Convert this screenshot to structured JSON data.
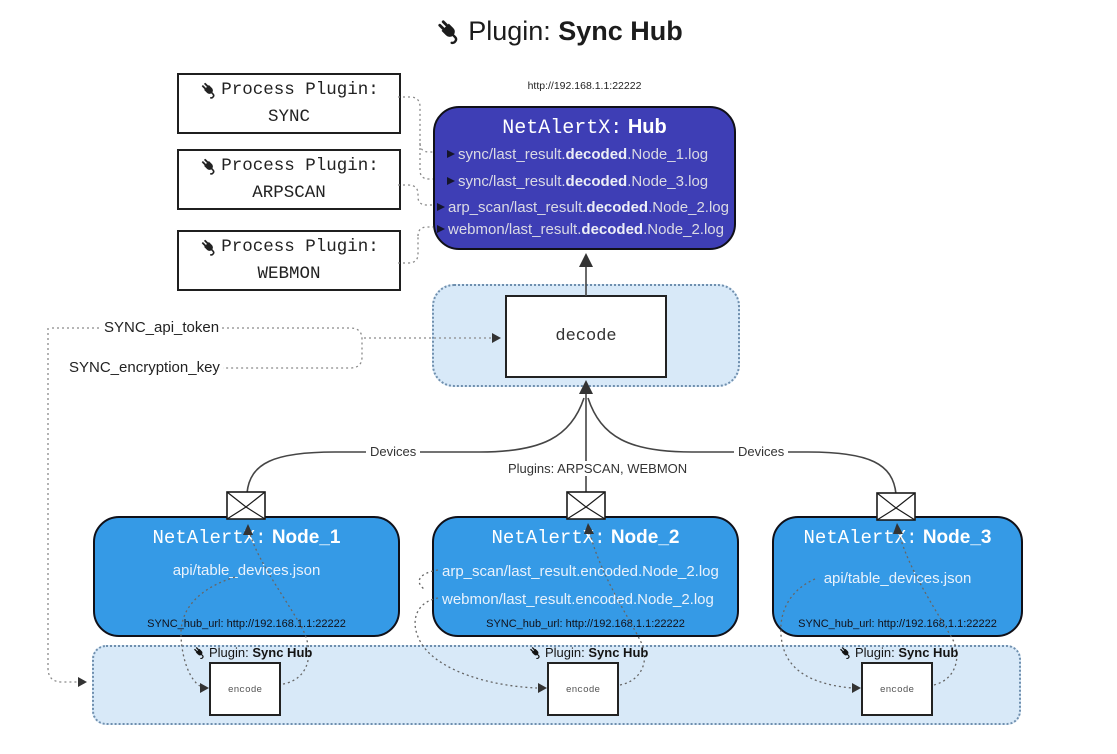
{
  "title": {
    "label": "Plugin:",
    "name": "Sync Hub"
  },
  "process_plugins": [
    {
      "label": "Process Plugin:",
      "name": "SYNC"
    },
    {
      "label": "Process Plugin:",
      "name": "ARPSCAN"
    },
    {
      "label": "Process Plugin:",
      "name": "WEBMON"
    }
  ],
  "hub": {
    "url": "http://192.168.1.1:22222",
    "title_label": "NetAlertX:",
    "title_name": "Hub",
    "logs": [
      {
        "pre": "sync/last_result.",
        "mid": "decoded",
        "post": ".Node_1.log"
      },
      {
        "pre": "sync/last_result.",
        "mid": "decoded",
        "post": ".Node_3.log"
      },
      {
        "pre": "arp_scan/last_result.",
        "mid": "decoded",
        "post": ".Node_2.log"
      },
      {
        "pre": "webmon/last_result.",
        "mid": "decoded",
        "post": ".Node_2.log"
      }
    ]
  },
  "decode_box": {
    "label": "decode"
  },
  "config": {
    "api_token": "SYNC_api_token",
    "encryption_key": "SYNC_encryption_key"
  },
  "edge_labels": {
    "devices_left": "Devices",
    "plugins_mid": "Plugins: ARPSCAN, WEBMON",
    "devices_right": "Devices"
  },
  "nodes": [
    {
      "title_label": "NetAlertX:",
      "title_name": "Node_1",
      "files": [
        "api/table_devices.json"
      ],
      "hub_url_label": "SYNC_hub_url: http://192.168.1.1:22222"
    },
    {
      "title_label": "NetAlertX:",
      "title_name": "Node_2",
      "files": [
        "arp_scan/last_result.encoded.Node_2.log",
        "webmon/last_result.encoded.Node_2.log"
      ],
      "hub_url_label": "SYNC_hub_url: http://192.168.1.1:22222"
    },
    {
      "title_label": "NetAlertX:",
      "title_name": "Node_3",
      "files": [
        "api/table_devices.json"
      ],
      "hub_url_label": "SYNC_hub_url: http://192.168.1.1:22222"
    }
  ],
  "sync_plugin_band": {
    "plugin_label": "Plugin:",
    "plugin_name": "Sync Hub",
    "encode_label": "encode"
  },
  "colors": {
    "hub_fill": "#3e3eb5",
    "node_fill": "#359ae6",
    "band_fill": "#d8e9f8",
    "band_border": "#6f8fae"
  }
}
